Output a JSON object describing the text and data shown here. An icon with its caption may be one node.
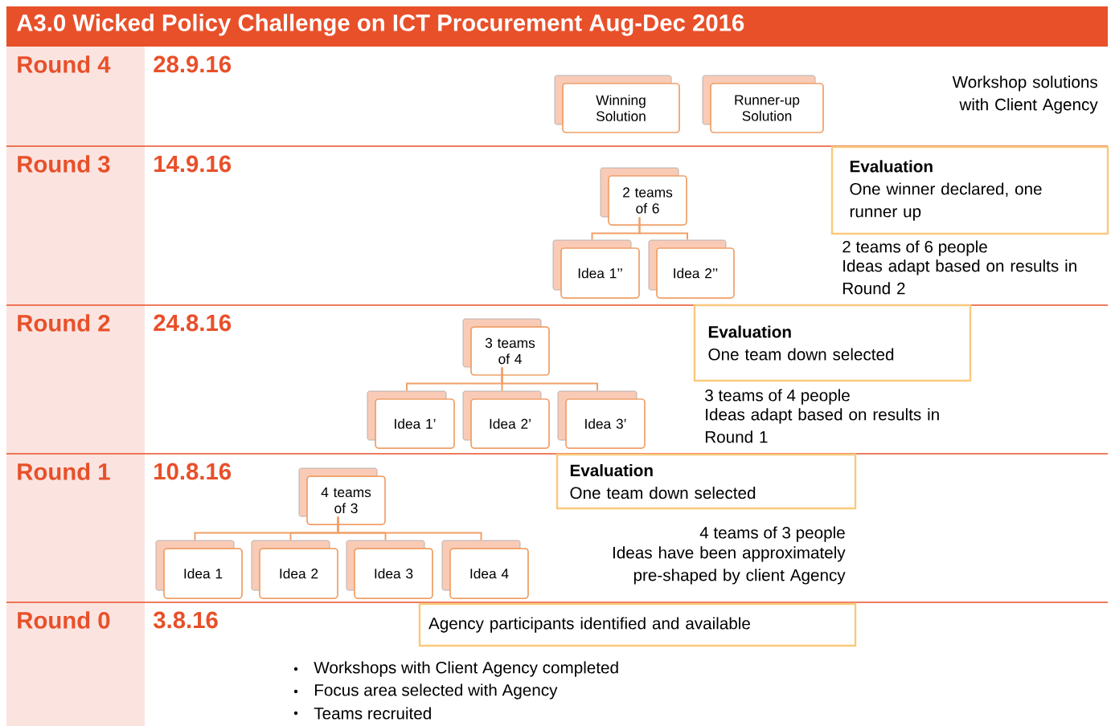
{
  "diagram": {
    "title": "A3.0 Wicked Policy Challenge on ICT Procurement Aug-Dec 2016",
    "nodes": [
      {
        "text": [
          "Winning Solution"
        ]
      },
      {
        "text": [
          "Runner-up Solution"
        ]
      },
      {
        "text": [
          "2 teams of 6"
        ]
      },
      {
        "text": [
          "Evaluation",
          "One winner declared, one runner up"
        ]
      },
      {
        "text": [
          "Idea 1’’"
        ]
      },
      {
        "text": [
          "Idea 2’’"
        ]
      },
      {
        "text": [
          "3 teams of 4"
        ]
      },
      {
        "text": [
          "Evaluation",
          "One team down selected"
        ]
      },
      {
        "text": [
          "Idea 1’"
        ]
      },
      {
        "text": [
          "Idea 2’"
        ]
      },
      {
        "text": [
          "Idea 3’"
        ]
      },
      {
        "text": [
          "Evaluation",
          "One team down selected"
        ]
      },
      {
        "text": [
          "4 teams of 3"
        ]
      },
      {
        "text": [
          "Idea 1"
        ]
      },
      {
        "text": [
          "Idea 2"
        ]
      },
      {
        "text": [
          "Idea 3"
        ]
      },
      {
        "text": [
          "Idea 4"
        ]
      },
      {
        "text": [
          "Agency participants identified and available"
        ]
      }
    ],
    "edges": [
      {
        "from": 2,
        "to": 4,
        "arrow": "none"
      },
      {
        "from": 2,
        "to": 5,
        "arrow": "none"
      },
      {
        "from": 6,
        "to": 8,
        "arrow": "none"
      },
      {
        "from": 6,
        "to": 9,
        "arrow": "none"
      },
      {
        "from": 6,
        "to": 10,
        "arrow": "none"
      },
      {
        "from": 12,
        "to": 13,
        "arrow": "none"
      },
      {
        "from": 12,
        "to": 14,
        "arrow": "none"
      },
      {
        "from": 12,
        "to": 15,
        "arrow": "none"
      },
      {
        "from": 12,
        "to": 16,
        "arrow": "none"
      }
    ],
    "labels": [
      "Round 4",
      "28.9.16",
      "Workshop solutions with Client Agency",
      "Round 3",
      "14.9.16",
      "2 teams of 6 people",
      "Ideas adapt based on results in Round 2",
      "Round 2",
      "24.8.16",
      "3 teams of 4 people",
      "Ideas adapt based on results in Round 1",
      "Round 1",
      "10.8.16",
      "4 teams of 3 people",
      "Ideas have been approximately pre-shaped by client Agency",
      "Round 0",
      "3.8.16",
      "Workshops with Client Agency completed",
      "Focus area selected with Agency",
      "Teams recruited"
    ]
  }
}
